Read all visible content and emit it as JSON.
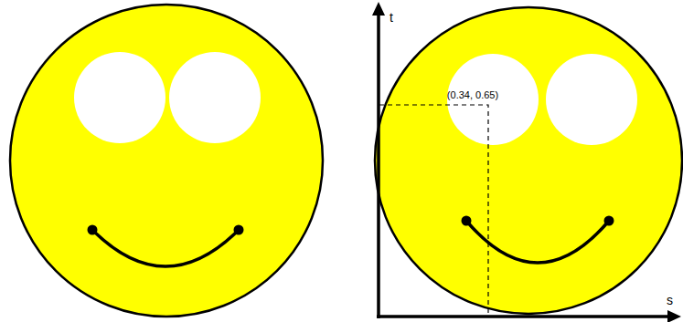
{
  "diagram": {
    "labels": [
      "t",
      "(0.34, 0.65)",
      "s"
    ]
  }
}
